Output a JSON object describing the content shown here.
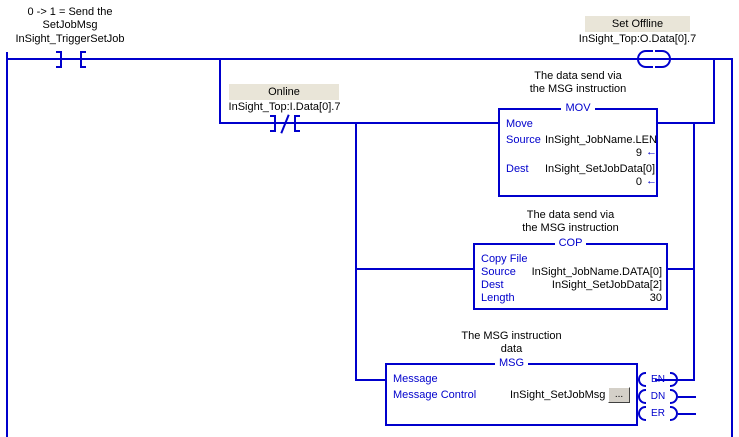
{
  "rung": {
    "branch_trigger": {
      "comment_line1": "0 -> 1 = Send the",
      "comment_line2": "SetJobMsg",
      "tag": "InSight_TriggerSetJob",
      "type": "XIC"
    },
    "output_coil": {
      "label": "Set Offline",
      "tag": "InSight_Top:O.Data[0].7",
      "type": "OTE"
    },
    "online_contact": {
      "label": "Online",
      "tag": "InSight_Top:I.Data[0].7",
      "type": "XIO"
    },
    "mov": {
      "comment_line1": "The data send via",
      "comment_line2": "the MSG instruction",
      "title": "MOV",
      "mnemonic": "Move",
      "rows": [
        {
          "label": "Source",
          "operand": "InSight_JobName.LEN",
          "value": "9"
        },
        {
          "label": "Dest",
          "operand": "InSight_SetJobData[0]",
          "value": "0"
        }
      ]
    },
    "cop": {
      "comment_line1": "The data send via",
      "comment_line2": "the MSG instruction",
      "title": "COP",
      "mnemonic": "Copy File",
      "rows": [
        {
          "label": "Source",
          "operand": "InSight_JobName.DATA[0]",
          "value": ""
        },
        {
          "label": "Dest",
          "operand": "InSight_SetJobData[2]",
          "value": ""
        },
        {
          "label": "Length",
          "operand": "",
          "value": "30"
        }
      ]
    },
    "msg": {
      "comment_line1": "The MSG instruction",
      "comment_line2": "data",
      "title": "MSG",
      "mnemonic": "Message",
      "control_label": "Message Control",
      "control_value": "InSight_SetJobMsg",
      "ellipsis": "...",
      "outputs": [
        {
          "name": "EN"
        },
        {
          "name": "DN"
        },
        {
          "name": "ER"
        }
      ]
    }
  },
  "colors": {
    "wire": "#0000cc",
    "text": "#000000",
    "highlight": "#e9e5d8",
    "background": "#ffffff"
  }
}
